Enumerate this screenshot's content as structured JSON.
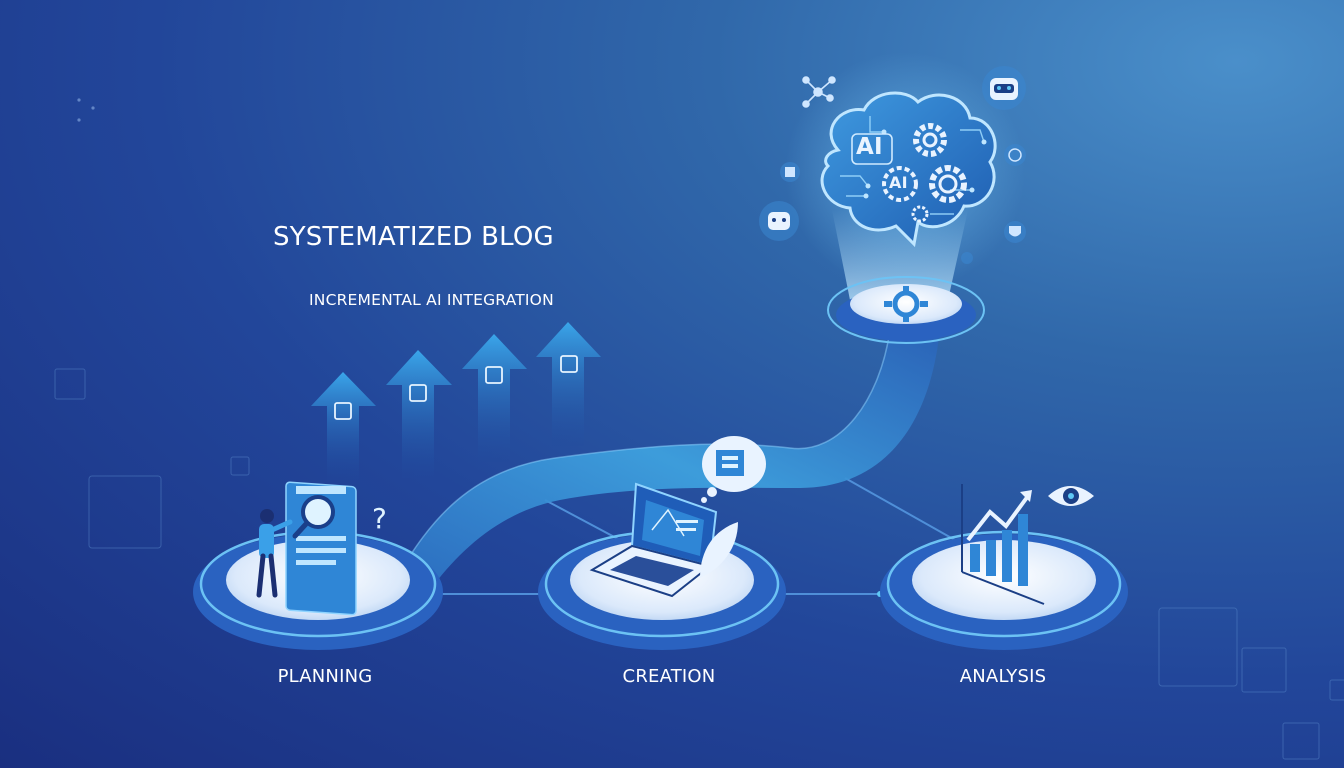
{
  "title": "SYSTEMATIZED BLOG",
  "subtitle": "INCREMENTAL AI INTEGRATION",
  "stages": [
    {
      "label": "PLANNING"
    },
    {
      "label": "CREATION"
    },
    {
      "label": "ANALYSIS"
    }
  ],
  "brain": {
    "badge_large": "AI",
    "badge_small": "AI"
  },
  "colors": {
    "background_dark": "#1a2f80",
    "background_light": "#4a8fca",
    "accent": "#5ec8f5",
    "text": "#ffffff"
  }
}
